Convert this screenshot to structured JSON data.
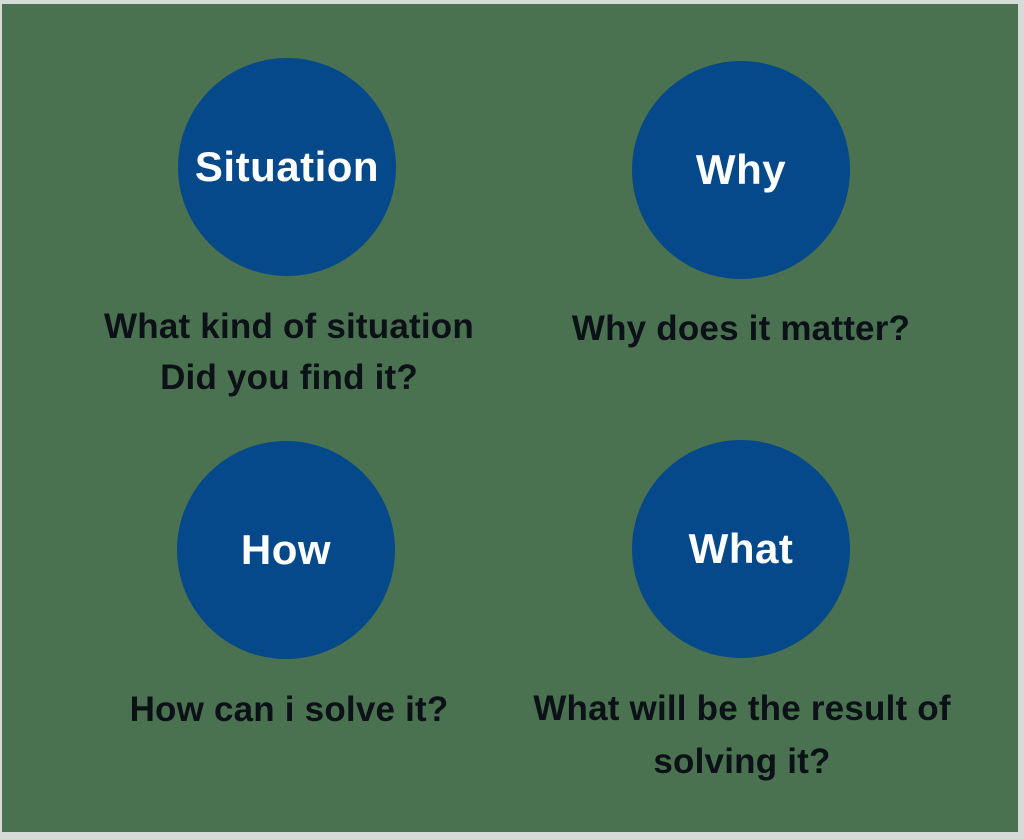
{
  "colors": {
    "background_green": "#4a7150",
    "frame": "#d5dbd7",
    "circle_blue": "#05498b",
    "circle_text": "#ffffff",
    "caption_text": "#0c1117"
  },
  "quadrants": [
    {
      "id": "situation",
      "label": "Situation",
      "caption_line1": "What kind of situation",
      "caption_line2": "Did you find it?"
    },
    {
      "id": "why",
      "label": "Why",
      "caption_line1": "Why does it matter?",
      "caption_line2": ""
    },
    {
      "id": "how",
      "label": "How",
      "caption_line1": "How can i solve it?",
      "caption_line2": ""
    },
    {
      "id": "what",
      "label": "What",
      "caption_line1": "What will be the result of",
      "caption_line2": "solving it?"
    }
  ]
}
